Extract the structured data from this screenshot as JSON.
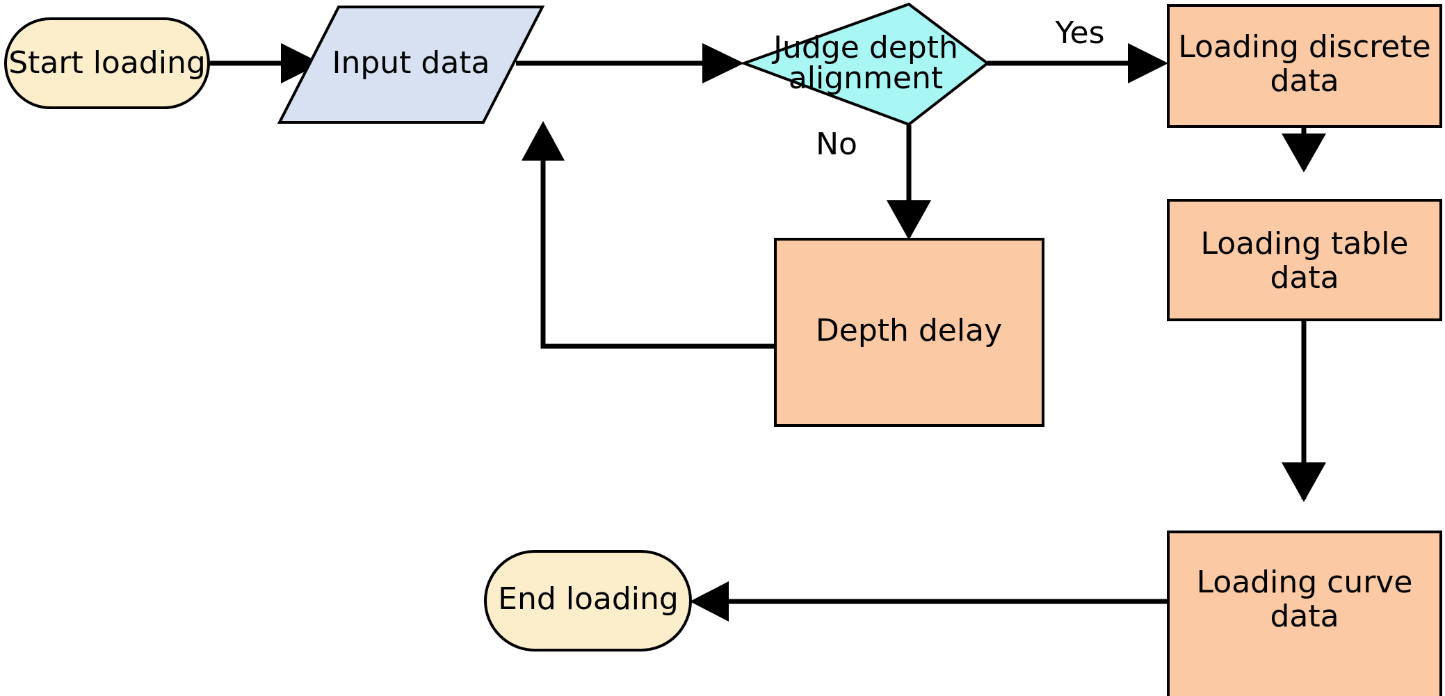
{
  "diagram": {
    "type": "flowchart",
    "title": "Data loading process flowchart",
    "background_color": "#FFFFFF",
    "line_color": "#000000",
    "text_color": "#000000",
    "palette": {
      "terminal_fill": "#FCEECB",
      "io_fill": "#D7E1F2",
      "decision_fill": "#A9F7F4",
      "process_fill": "#FBC9A3",
      "stroke": "#000000"
    }
  },
  "nodes": {
    "start": {
      "id": "start",
      "label": "Start loading",
      "shape": "terminal",
      "fill": "#FCEECB"
    },
    "input": {
      "id": "input",
      "label": "Input data",
      "shape": "parallelogram",
      "fill": "#D7E1F2"
    },
    "decision": {
      "id": "decision",
      "label_line1": "Judge depth",
      "label_line2": "alignment",
      "shape": "diamond",
      "fill": "#A9F7F4"
    },
    "discrete": {
      "id": "discrete",
      "label_line1": "Loading discrete",
      "label_line2": "data",
      "shape": "process",
      "fill": "#FBC9A3"
    },
    "table": {
      "id": "table",
      "label_line1": "Loading table",
      "label_line2": "data",
      "shape": "process",
      "fill": "#FBC9A3"
    },
    "curve": {
      "id": "curve",
      "label_line1": "Loading curve",
      "label_line2": "data",
      "shape": "process",
      "fill": "#FBC9A3"
    },
    "delay": {
      "id": "delay",
      "label": "Depth delay",
      "shape": "process",
      "fill": "#FBC9A3"
    },
    "end": {
      "id": "end",
      "label": "End loading",
      "shape": "terminal",
      "fill": "#FCEECB"
    }
  },
  "edge_labels": {
    "yes": "Yes",
    "no": "No"
  },
  "edges": [
    {
      "from": "start",
      "to": "input",
      "label": ""
    },
    {
      "from": "input",
      "to": "decision",
      "label": ""
    },
    {
      "from": "decision",
      "to": "discrete",
      "label": "Yes"
    },
    {
      "from": "decision",
      "to": "delay",
      "label": "No"
    },
    {
      "from": "delay",
      "to": "input",
      "label": ""
    },
    {
      "from": "discrete",
      "to": "table",
      "label": ""
    },
    {
      "from": "table",
      "to": "curve",
      "label": ""
    },
    {
      "from": "curve",
      "to": "end",
      "label": ""
    }
  ]
}
